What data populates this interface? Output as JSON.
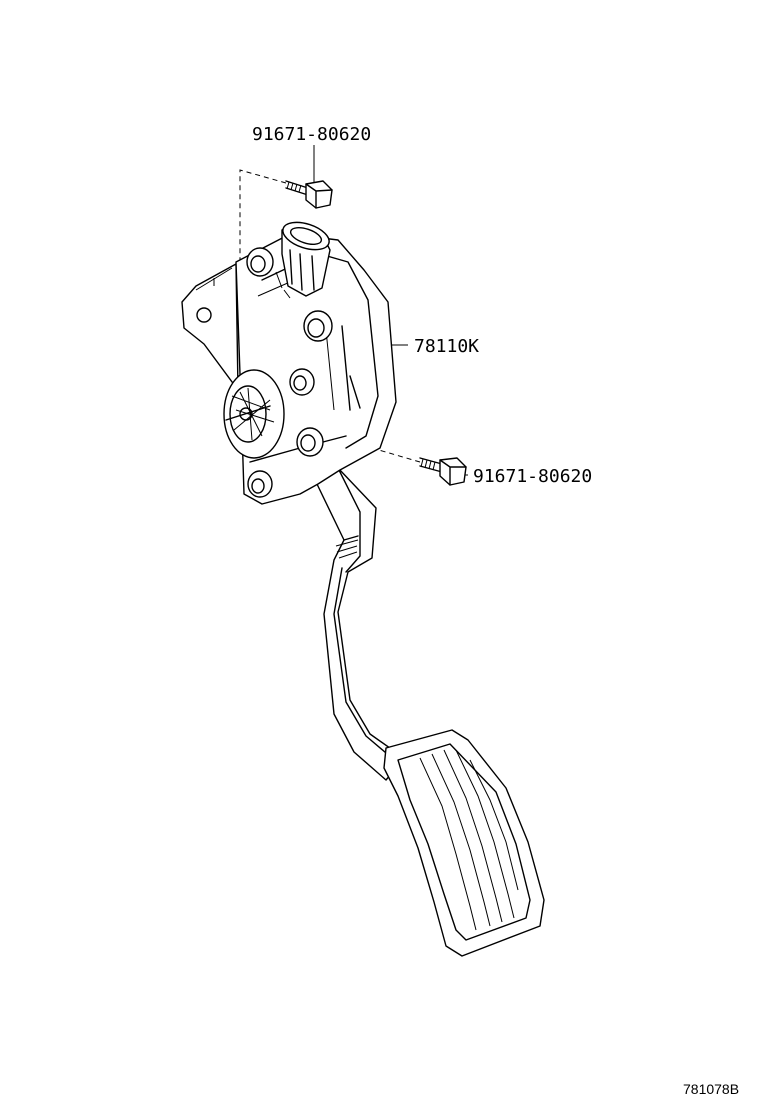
{
  "diagram": {
    "labels": {
      "bolt_top": "91671-80620",
      "pedal_assembly": "78110K",
      "bolt_right": "91671-80620"
    },
    "figure_number": "781078B"
  }
}
